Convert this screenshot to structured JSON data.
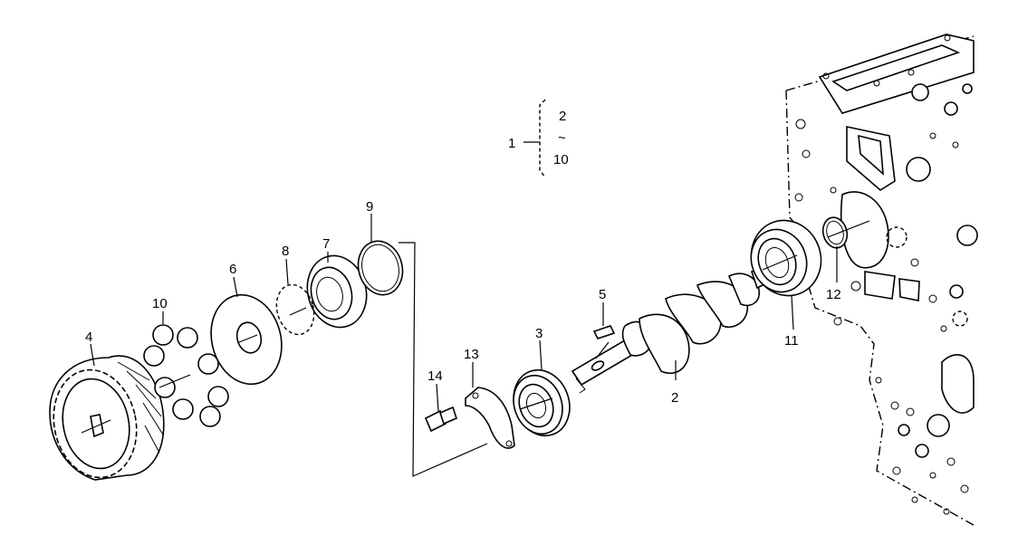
{
  "callouts": {
    "c1": "1",
    "c2_bracket": "2",
    "tilde": "~",
    "c10_bracket": "10",
    "c2": "2",
    "c3": "3",
    "c4": "4",
    "c5": "5",
    "c6": "6",
    "c7": "7",
    "c8": "8",
    "c9": "9",
    "c10": "10",
    "c11": "11",
    "c12": "12",
    "c13": "13",
    "c14": "14"
  }
}
